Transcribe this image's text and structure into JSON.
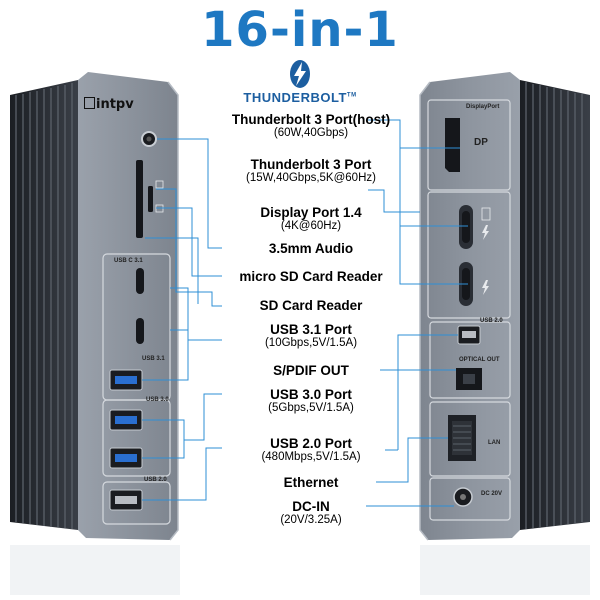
{
  "title": "16-in-1",
  "thunderbolt_text": "THUNDERBOLT",
  "thunderbolt_tm": "TM",
  "brand": "intpv",
  "labels": [
    {
      "main": "Thunderbolt 3 Port(host)",
      "sub": "(60W,40Gbps)"
    },
    {
      "main": "Thunderbolt 3 Port",
      "sub": "(15W,40Gbps,5K@60Hz)"
    },
    {
      "main": "Display Port 1.4",
      "sub": "(4K@60Hz)"
    },
    {
      "main": "3.5mm Audio",
      "sub": ""
    },
    {
      "main": "micro SD Card Reader",
      "sub": ""
    },
    {
      "main": "SD Card Reader",
      "sub": ""
    },
    {
      "main": "USB 3.1 Port",
      "sub": "(10Gbps,5V/1.5A)"
    },
    {
      "main": "S/PDIF OUT",
      "sub": ""
    },
    {
      "main": "USB 3.0 Port",
      "sub": "(5Gbps,5V/1.5A)"
    },
    {
      "main": "USB 2.0 Port",
      "sub": "(480Mbps,5V/1.5A)"
    },
    {
      "main": "Ethernet",
      "sub": ""
    },
    {
      "main": "DC-IN",
      "sub": "(20V/3.25A)"
    }
  ],
  "front_port_labels": {
    "usbc_header": "USB C  3.1",
    "usb31": "USB 3.1",
    "usb30": "USB 3.0",
    "usb20": "USB 2.0"
  },
  "rear_port_labels": {
    "displayport": "DisplayPort",
    "dp": "DP",
    "usb20": "USB 2.0",
    "optical": "OPTICAL OUT",
    "lan": "LAN",
    "dc": "DC 20V"
  },
  "colors": {
    "title_blue": "#1e78c2",
    "body_grey": "#8a919b",
    "fin_dark": "#262a30",
    "leader_blue": "#2e8fd6",
    "usb3_blue": "#2a6fd0"
  }
}
